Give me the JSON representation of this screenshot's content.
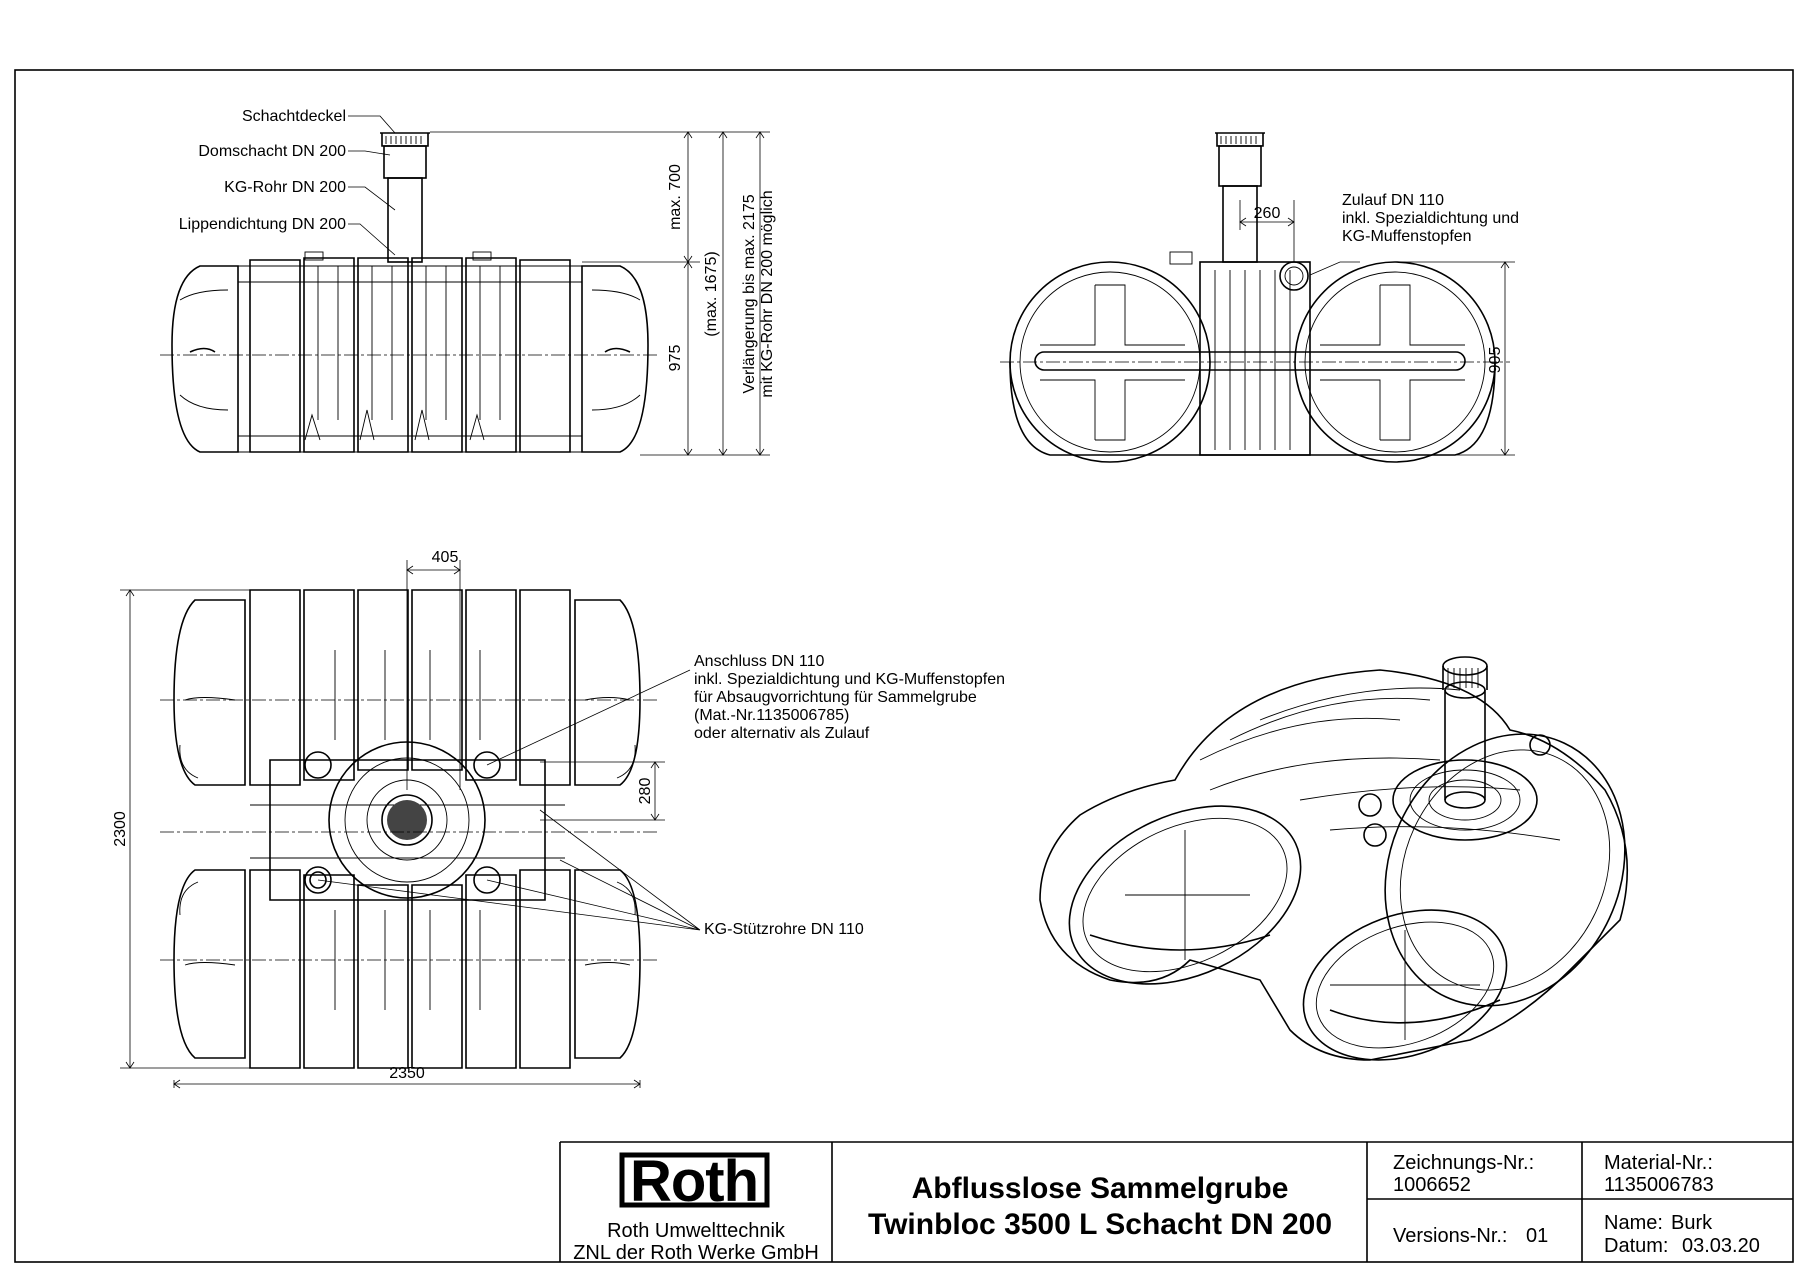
{
  "labels": {
    "schachtdeckel": "Schachtdeckel",
    "domschacht": "Domschacht DN 200",
    "kg_rohr": "KG-Rohr DN 200",
    "lippendichtung": "Lippendichtung DN 200",
    "zulauf": [
      "Zulauf DN 110",
      "inkl. Spezialdichtung und",
      "KG-Muffenstopfen"
    ],
    "anschluss": [
      "Anschluss DN 110",
      "inkl. Spezialdichtung und KG-Muffenstopfen",
      "für Absaugvorrichtung für Sammelgrube",
      "(Mat.-Nr.1135006785)",
      "oder alternativ als Zulauf"
    ],
    "stuetzrohre": "KG-Stützrohre DN 110"
  },
  "dimensions": {
    "max700": "max. 700",
    "h975": "975",
    "max1675": "(max. 1675)",
    "verl1": "Verlängerung bis max. 2175",
    "verl2": "mit KG-Rohr DN 200 möglich",
    "d260": "260",
    "d905": "905",
    "d405": "405",
    "d280": "280",
    "d2300": "2300",
    "d2350": "2350"
  },
  "title_block": {
    "logo": "Roth",
    "company1": "Roth Umwelttechnik",
    "company2": "ZNL der Roth Werke GmbH",
    "title1": "Abflusslose Sammelgrube",
    "title2": "Twinbloc 3500 L Schacht DN 200",
    "drawing_no_label": "Zeichnungs-Nr.:",
    "drawing_no": "1006652",
    "version_label": "Versions-Nr.:",
    "version": "01",
    "material_label": "Material-Nr.:",
    "material": "1135006783",
    "name_label": "Name:",
    "name": "Burk",
    "date_label": "Datum:",
    "date": "03.03.20"
  }
}
